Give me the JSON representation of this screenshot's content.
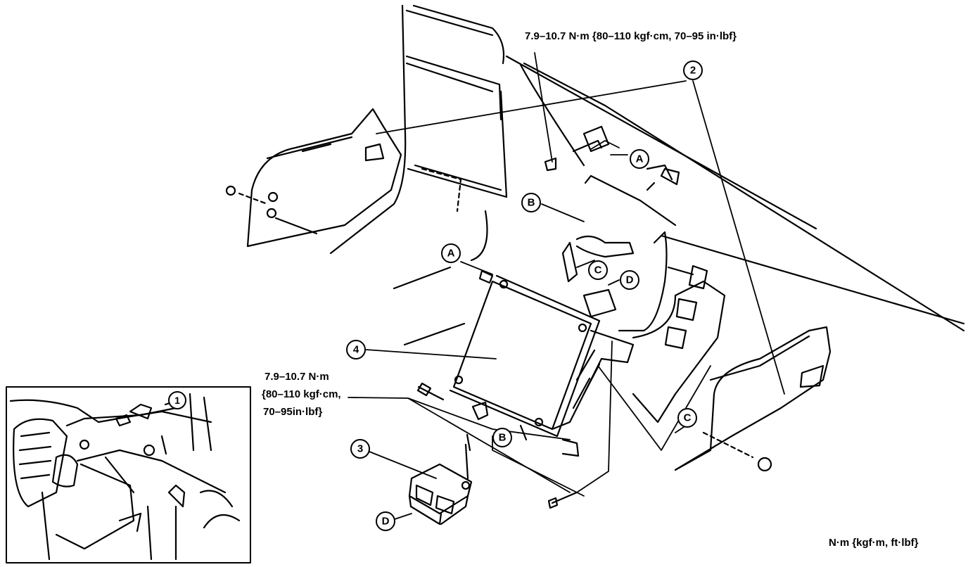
{
  "torque_top": "7.9–10.7 N·m {80–110 kgf·cm, 70–95 in·lbf}",
  "torque_left": {
    "line1": "7.9–10.7 N·m",
    "line2": "{80–110 kgf·cm,",
    "line3": "70–95in·lbf}"
  },
  "unit_legend": "N·m  {kgf·m, ft·lbf}",
  "callouts": {
    "c1": "1",
    "c2": "2",
    "c3": "3",
    "c4": "4",
    "A": "A",
    "B": "B",
    "C": "C",
    "D": "D"
  },
  "colors": {
    "ink": "#000000",
    "paper": "#ffffff"
  }
}
